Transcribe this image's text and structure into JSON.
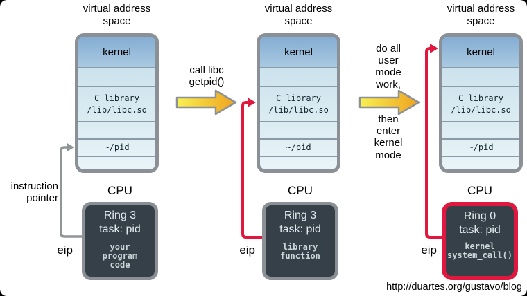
{
  "colors": {
    "red": "#e0173f",
    "arrow_gray": "#909598",
    "box_border": "#8a9095",
    "band_line": "#8a9aa6",
    "kernel_top": "#84add2",
    "kernel_bottom": "#a9c9e1",
    "bands_top": "#c3dde9",
    "bands_bottom": "#e9f4f8",
    "cpu_bg": "#364049",
    "cpu_text": "#e3ebef",
    "cpu_code_text": "#ccd6da",
    "yellow_left": "#f8f052",
    "yellow_right": "#efa21f"
  },
  "annotations": {
    "instruction_pointer": "instruction\npointer",
    "call_libc": "call libc\ngetpid()",
    "do_user_work": "do all\nuser\nmode\nwork,",
    "then_kernel": "then\nenter\nkernel\nmode",
    "url": "http://duartes.org/gustavo/blog"
  },
  "columns": [
    {
      "title": "virtual address\nspace",
      "memory": {
        "kernel": "kernel",
        "c_library": "C library\n/lib/libc.so",
        "pid": "~/pid"
      },
      "cpu_label": "CPU",
      "ring": "Ring 3\ntask: pid",
      "code": "your\nprogram\ncode",
      "eip": "eip"
    },
    {
      "title": "virtual address\nspace",
      "memory": {
        "kernel": "kernel",
        "c_library": "C library\n/lib/libc.so",
        "pid": "~/pid"
      },
      "cpu_label": "CPU",
      "ring": "Ring 3\ntask: pid",
      "code": "library\nfunction",
      "eip": "eip"
    },
    {
      "title": "virtual address\nspace",
      "memory": {
        "kernel": "kernel",
        "c_library": "C library\n/lib/libc.so",
        "pid": "~/pid"
      },
      "cpu_label": "CPU",
      "ring": "Ring 0\ntask: pid",
      "code": "kernel\nsystem_call()",
      "eip": "eip"
    }
  ]
}
